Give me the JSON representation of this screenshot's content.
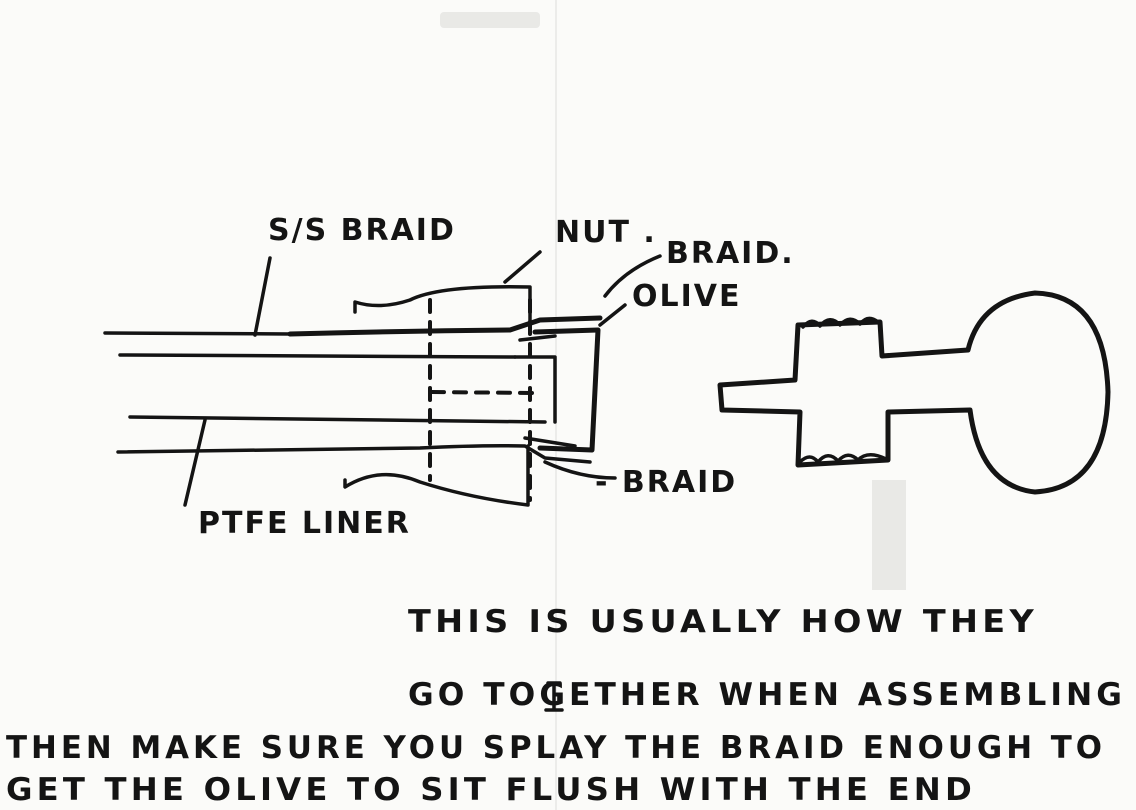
{
  "labels": {
    "ss_braid": "S/S BRAID",
    "nut": "NUT .",
    "braid_top": "BRAID.",
    "olive": "OLIVE",
    "braid_bottom": "- BRAID",
    "ptfe_liner": "PTFE LINER"
  },
  "note": {
    "line1": "THIS IS USUALLY HOW THEY",
    "line2": "GO TOGETHER  WHEN ASSEMBLING",
    "line3": "THEN MAKE SURE YOU SPLAY THE BRAID ENOUGH TO",
    "line4": "GET THE OLIVE TO SIT FLUSH WITH THE END"
  },
  "colors": {
    "ink": "#141414",
    "paper": "#fbfbf9"
  }
}
